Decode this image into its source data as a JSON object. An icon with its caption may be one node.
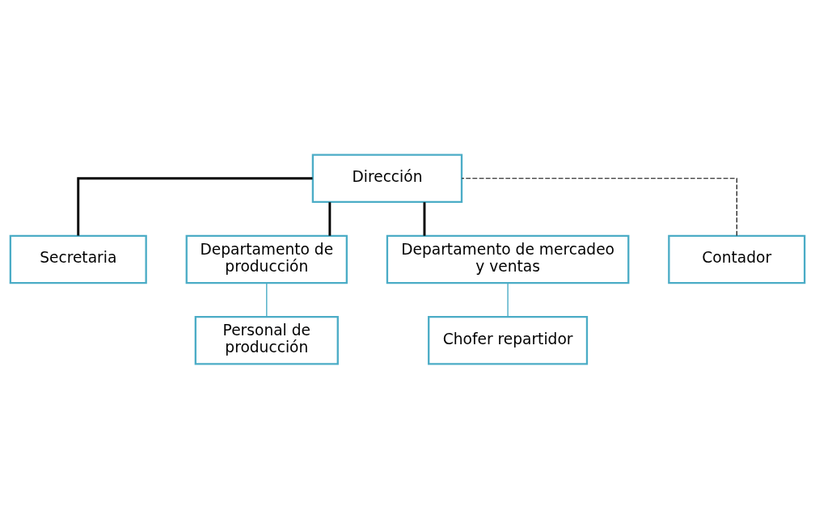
{
  "diagram": {
    "nodes": [
      {
        "text": [
          "Dirección"
        ]
      },
      {
        "text": [
          "Contador"
        ]
      },
      {
        "text": [
          "Secretaria"
        ]
      },
      {
        "text": [
          "Departamento de producción"
        ]
      },
      {
        "text": [
          "Departamento de mercadeo y ventas"
        ]
      },
      {
        "text": [
          "Personal de producción"
        ]
      },
      {
        "text": [
          "Chofer repartidor"
        ]
      }
    ],
    "edges": [
      {
        "from": 0,
        "to": 2,
        "arrow": "none"
      },
      {
        "from": 1,
        "to": 0,
        "arrow": "none",
        "style": "dashed"
      },
      {
        "from": 0,
        "to": 3,
        "arrow": "none"
      },
      {
        "from": 0,
        "to": 4,
        "arrow": "none"
      },
      {
        "from": 3,
        "to": 5,
        "arrow": "none",
        "color": "#4bacc6"
      },
      {
        "from": 4,
        "to": 6,
        "arrow": "none",
        "color": "#4bacc6"
      }
    ]
  }
}
